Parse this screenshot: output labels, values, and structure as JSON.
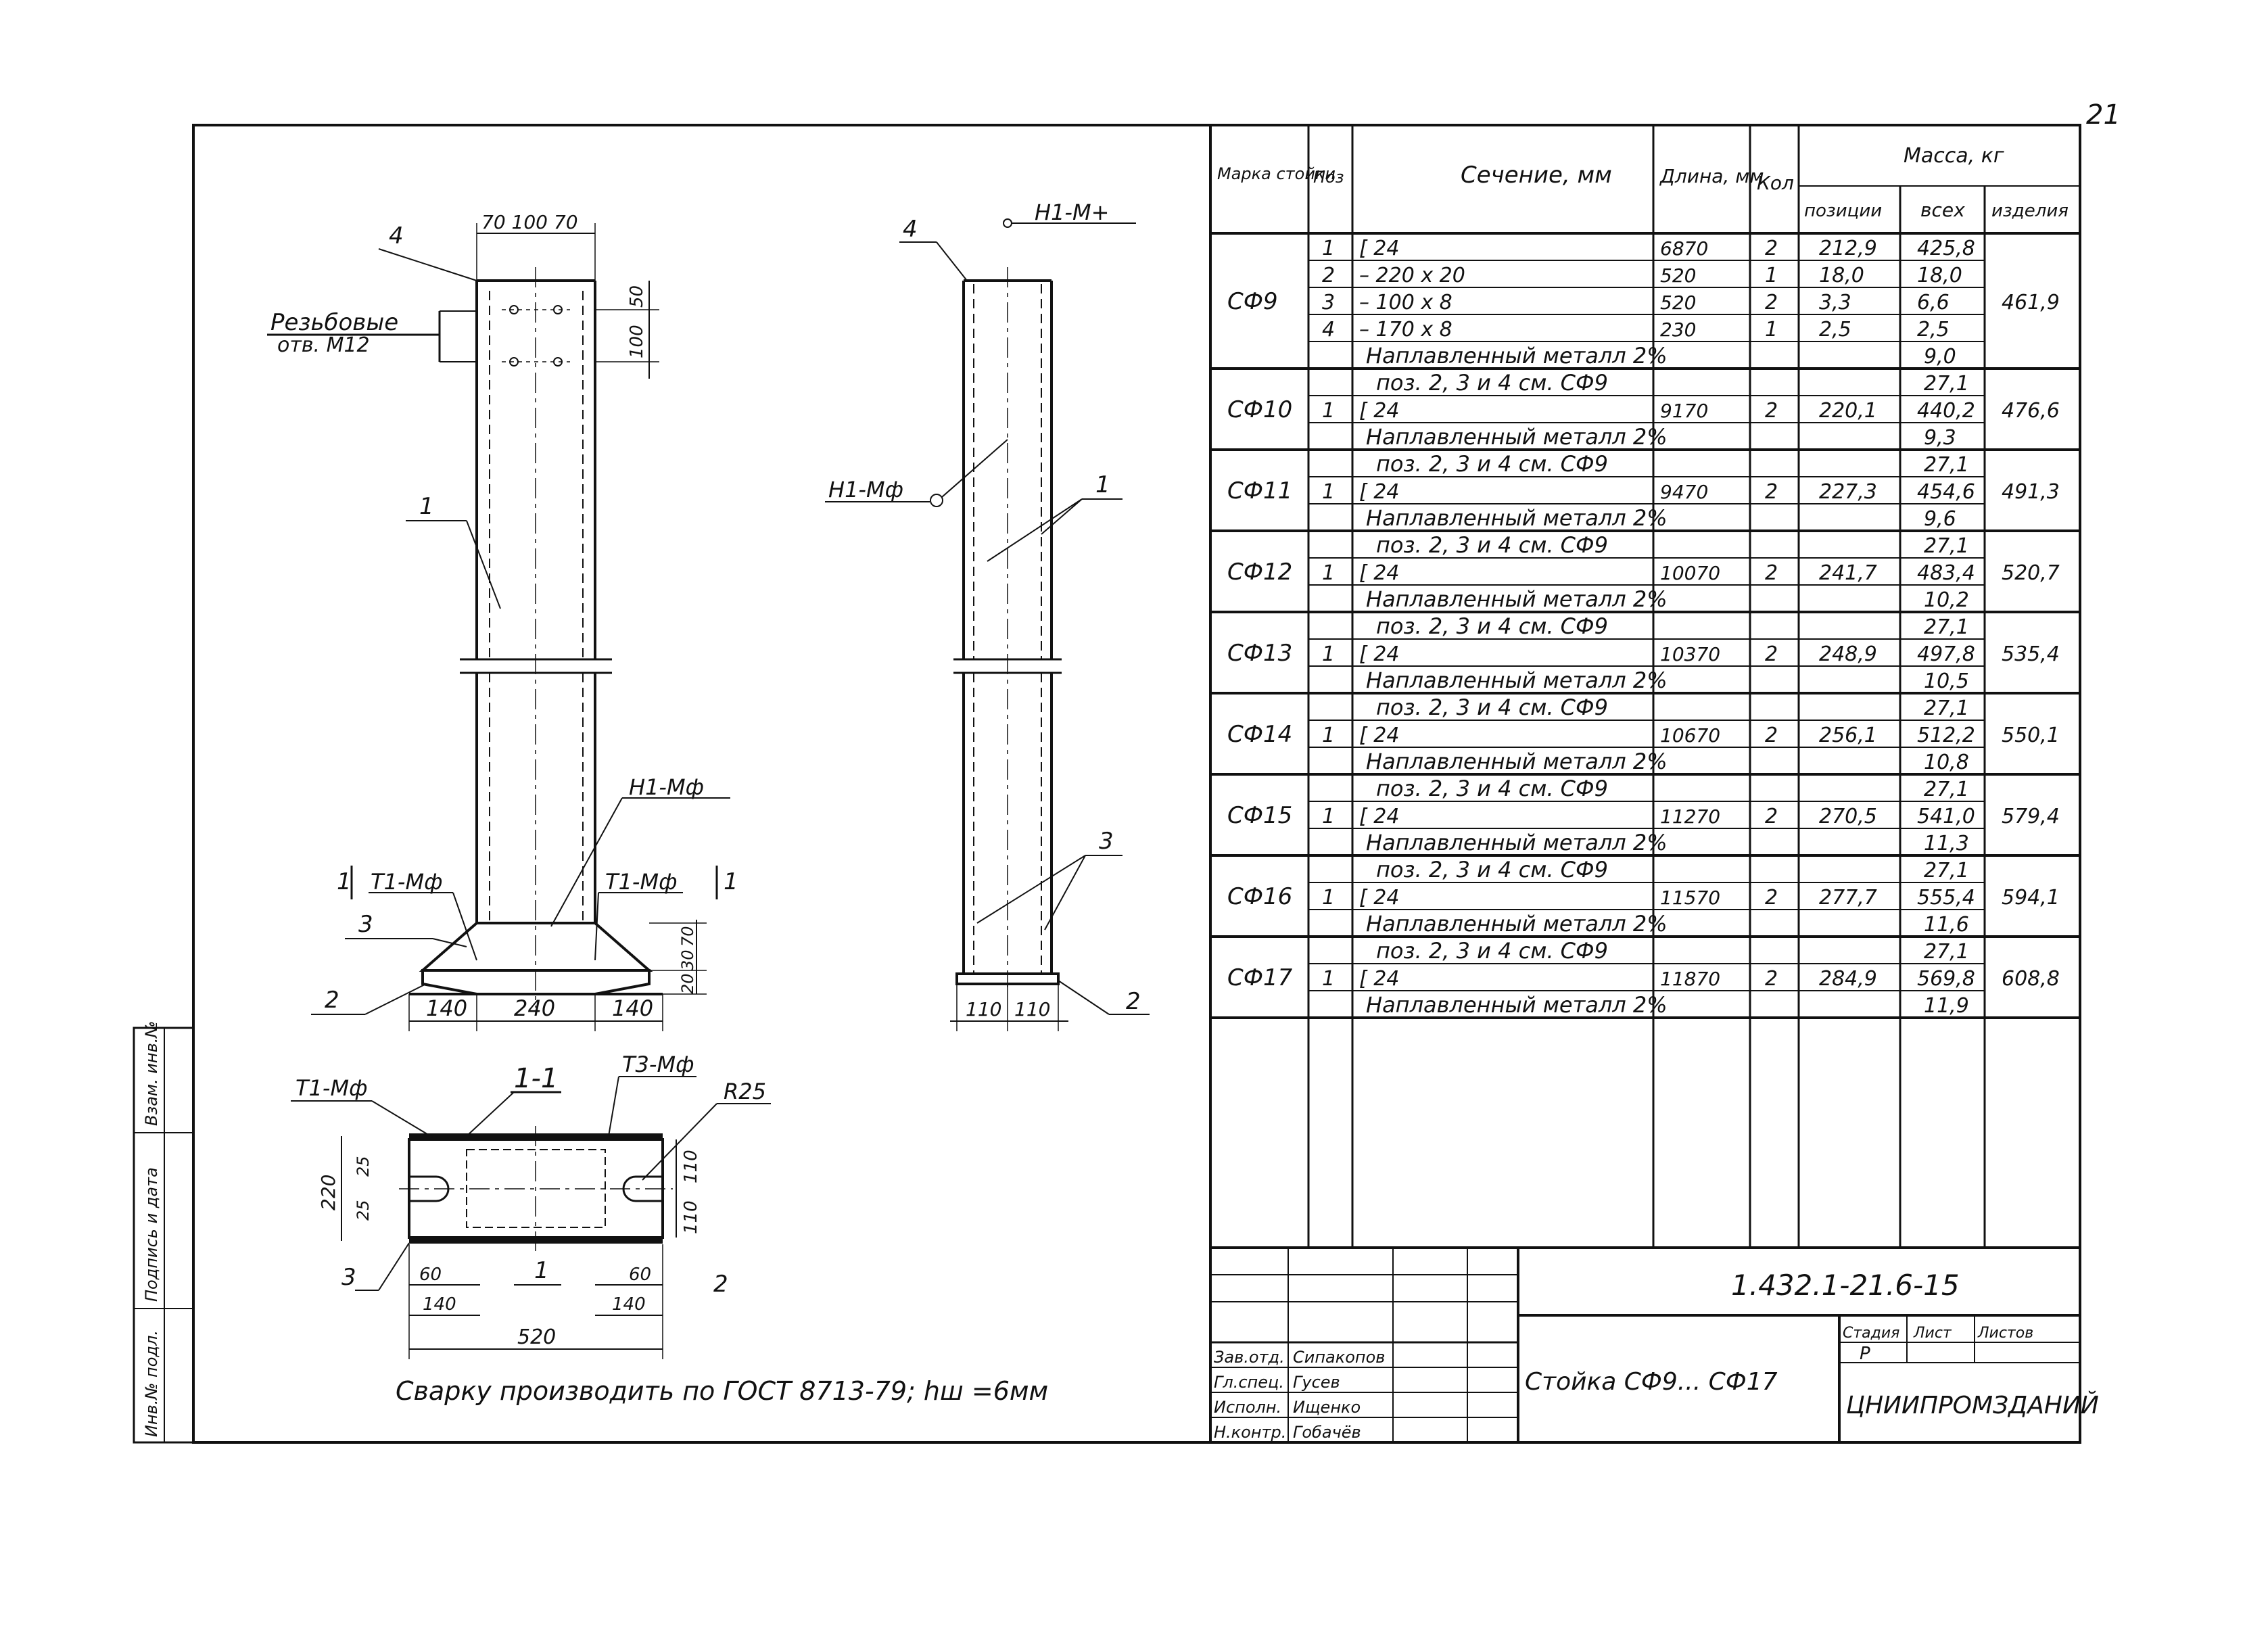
{
  "sheet": {
    "page_number": "21",
    "doc_code": "1.432.1-21.6-15",
    "title": "Стойка СФ9... СФ17",
    "stage_label": "Стадия",
    "sheet_label": "Лист",
    "sheets_label": "Листов",
    "stage": "Р",
    "org": "ЦНИИПРОМЗДАНИЙ"
  },
  "side_stamp": [
    "Инв.№ подл.",
    "Подпись и дата",
    "Взам. инв.№"
  ],
  "signatures": [
    {
      "role": "Зав.отд.",
      "name": "Сипакопов"
    },
    {
      "role": "Гл.спец.",
      "name": "Гусев"
    },
    {
      "role": "Исполн.",
      "name": "Ищенко"
    },
    {
      "role": "Н.контр.",
      "name": "Гобачёв"
    }
  ],
  "note": "Сварку производить по ГОСТ 8713-79; hш =6мм",
  "drawing": {
    "threaded_holes": [
      "Резьбовые",
      "отв. М12"
    ],
    "weld_h1_mf": "Н1-Мф",
    "weld_h1_mi": "Н1-М+",
    "weld_t1_mf": "Т1-Мф",
    "weld_t3_mf": "Т3-Мф",
    "section_label": "1-1",
    "section_mark": "1",
    "radius": "R25",
    "pos_1": "1",
    "pos_2": "2",
    "pos_3": "3",
    "pos_4": "4",
    "dim_top": "70 100 70",
    "dim_100": "100",
    "dim_50": "50",
    "dim_140": "140",
    "dim_240": "240",
    "dim_70": "70",
    "dim_30": "30",
    "dim_20": "20",
    "dim_110": "110",
    "dim_60": "60",
    "dim_520": "520",
    "dim_220": "220",
    "dim_25": "25"
  },
  "table": {
    "headers": {
      "marka": "Марка стойки",
      "poz": "Поз",
      "section": "Сечение, мм",
      "length": "Длина, мм",
      "qty": "Кол",
      "mass": "Масса, кг",
      "mass_pos": "позиции",
      "mass_all": "всех",
      "mass_item": "изделия"
    },
    "first": {
      "mark": "СФ9",
      "item_mass": "461,9",
      "rows": [
        {
          "poz": "1",
          "section": "[ 24",
          "length": "6870",
          "qty": "2",
          "mpos": "212,9",
          "mall": "425,8"
        },
        {
          "poz": "2",
          "section": "– 220 x 20",
          "length": "520",
          "qty": "1",
          "mpos": "18,0",
          "mall": "18,0"
        },
        {
          "poz": "3",
          "section": "– 100 x 8",
          "length": "520",
          "qty": "2",
          "mpos": "3,3",
          "mall": "6,6"
        },
        {
          "poz": "4",
          "section": "– 170 x 8",
          "length": "230",
          "qty": "1",
          "mpos": "2,5",
          "mall": "2,5"
        }
      ],
      "weld_text": "Наплавленный металл 2%",
      "weld_mass": "9,0"
    },
    "groups": [
      {
        "mark": "СФ10",
        "ref": "поз. 2, 3 и 4 см. СФ9",
        "ref_mass": "27,1",
        "section": "[ 24",
        "length": "9170",
        "qty": "2",
        "mpos": "220,1",
        "mall": "440,2",
        "weld": "Наплавленный металл 2%",
        "weld_mass": "9,3",
        "item_mass": "476,6"
      },
      {
        "mark": "СФ11",
        "ref": "поз. 2, 3 и 4 см. СФ9",
        "ref_mass": "27,1",
        "section": "[ 24",
        "length": "9470",
        "qty": "2",
        "mpos": "227,3",
        "mall": "454,6",
        "weld": "Наплавленный металл 2%",
        "weld_mass": "9,6",
        "item_mass": "491,3"
      },
      {
        "mark": "СФ12",
        "ref": "поз. 2, 3 и 4 см. СФ9",
        "ref_mass": "27,1",
        "section": "[ 24",
        "length": "10070",
        "qty": "2",
        "mpos": "241,7",
        "mall": "483,4",
        "weld": "Наплавленный металл 2%",
        "weld_mass": "10,2",
        "item_mass": "520,7"
      },
      {
        "mark": "СФ13",
        "ref": "поз. 2, 3 и 4 см. СФ9",
        "ref_mass": "27,1",
        "section": "[ 24",
        "length": "10370",
        "qty": "2",
        "mpos": "248,9",
        "mall": "497,8",
        "weld": "Наплавленный металл 2%",
        "weld_mass": "10,5",
        "item_mass": "535,4"
      },
      {
        "mark": "СФ14",
        "ref": "поз. 2, 3 и 4 см. СФ9",
        "ref_mass": "27,1",
        "section": "[ 24",
        "length": "10670",
        "qty": "2",
        "mpos": "256,1",
        "mall": "512,2",
        "weld": "Наплавленный металл 2%",
        "weld_mass": "10,8",
        "item_mass": "550,1"
      },
      {
        "mark": "СФ15",
        "ref": "поз. 2, 3 и 4 см. СФ9",
        "ref_mass": "27,1",
        "section": "[ 24",
        "length": "11270",
        "qty": "2",
        "mpos": "270,5",
        "mall": "541,0",
        "weld": "Наплавленный металл 2%",
        "weld_mass": "11,3",
        "item_mass": "579,4"
      },
      {
        "mark": "СФ16",
        "ref": "поз. 2, 3 и 4 см. СФ9",
        "ref_mass": "27,1",
        "section": "[ 24",
        "length": "11570",
        "qty": "2",
        "mpos": "277,7",
        "mall": "555,4",
        "weld": "Наплавленный металл 2%",
        "weld_mass": "11,6",
        "item_mass": "594,1"
      },
      {
        "mark": "СФ17",
        "ref": "поз. 2, 3 и 4 см. СФ9",
        "ref_mass": "27,1",
        "section": "[ 24",
        "length": "11870",
        "qty": "2",
        "mpos": "284,9",
        "mall": "569,8",
        "weld": "Наплавленный металл 2%",
        "weld_mass": "11,9",
        "item_mass": "608,8"
      }
    ]
  }
}
